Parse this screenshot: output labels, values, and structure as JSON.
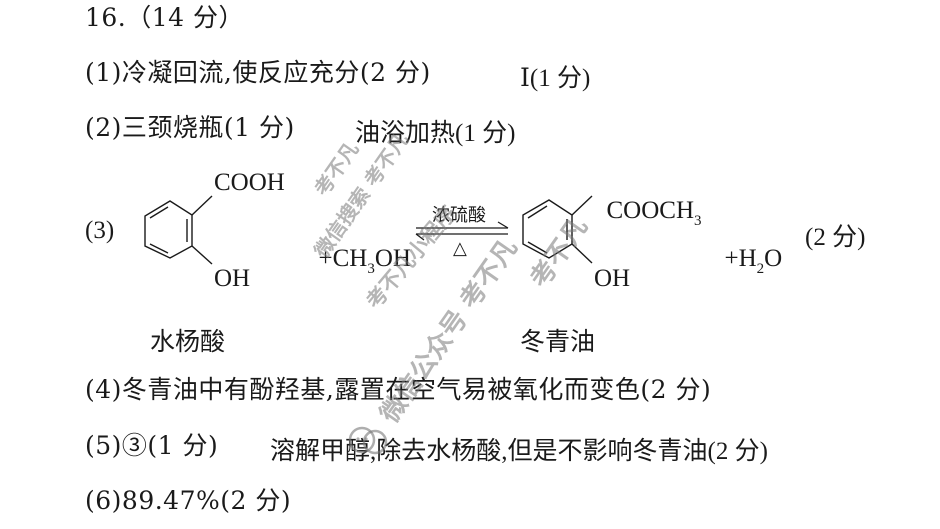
{
  "question": {
    "header": "16.（14 分）",
    "parts": [
      {
        "id": "1",
        "text": "(1)冷凝回流,使反应充分(2 分)",
        "extra": "Ⅰ(1 分)"
      },
      {
        "id": "2",
        "text": "(2)三颈烧瓶(1 分)",
        "extra": "油浴加热(1 分)"
      },
      {
        "id": "4",
        "text": "(4)冬青油中有酚羟基,露置在空气易被氧化而变色(2 分)"
      },
      {
        "id": "5",
        "text": "(5)③(1 分)",
        "extra": "溶解甲醇,除去水杨酸,但是不影响冬青油(2 分)"
      },
      {
        "id": "6",
        "text": "(6)89.47%(2 分)"
      }
    ],
    "equation": {
      "label": "(3)",
      "reactant1": {
        "top_group": "COOH",
        "bottom_group": "OH",
        "name": "水杨酸"
      },
      "plus_reagent": "+CH",
      "reagent_sub": "3",
      "reagent_tail": "OH",
      "condition_top": "浓硫酸",
      "condition_bottom": "△",
      "product1": {
        "top_group": "COOCH",
        "top_sub": "3",
        "bottom_group": "OH",
        "name": "冬青油"
      },
      "product2_prefix": "+H",
      "product2_sub": "2",
      "product2_tail": "O",
      "score": "(2 分)"
    }
  },
  "watermark": {
    "items": [
      "考不凡",
      "微信搜索 考不凡",
      "考不凡小程序",
      "考不凡",
      "微信公众号 考不凡"
    ],
    "color": "#8a8a8a"
  }
}
